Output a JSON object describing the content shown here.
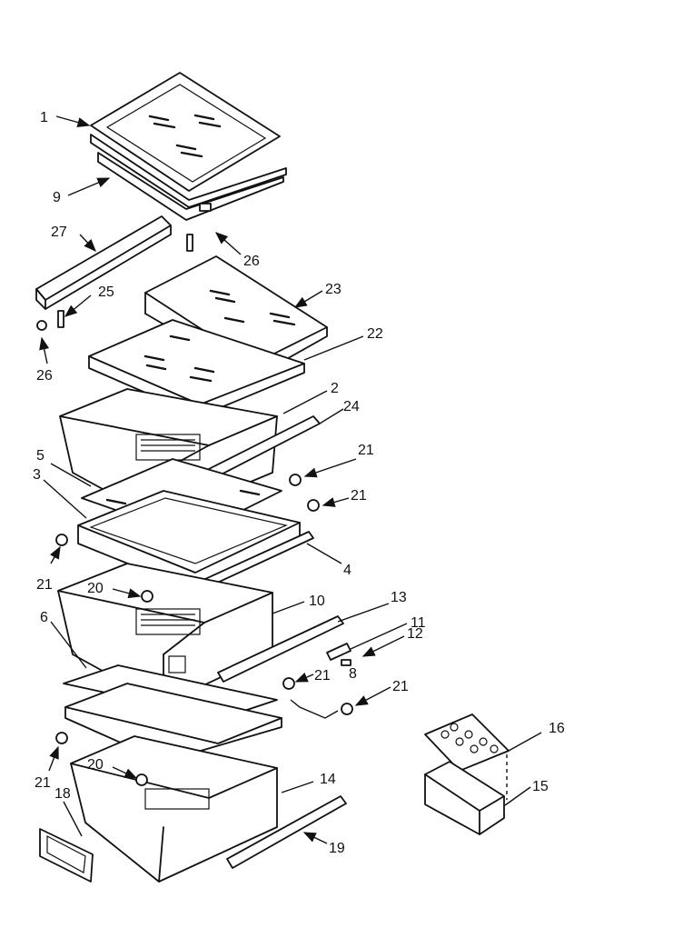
{
  "diagram": {
    "labels": [
      "1",
      "9",
      "27",
      "26",
      "25",
      "23",
      "22",
      "26",
      "2",
      "24",
      "5",
      "3",
      "21",
      "21",
      "21",
      "4",
      "20",
      "10",
      "13",
      "11",
      "12",
      "6",
      "8",
      "21",
      "21",
      "16",
      "15",
      "21",
      "20",
      "14",
      "18",
      "19"
    ]
  },
  "colors": {
    "ink": "#111111",
    "paper": "#ffffff"
  }
}
